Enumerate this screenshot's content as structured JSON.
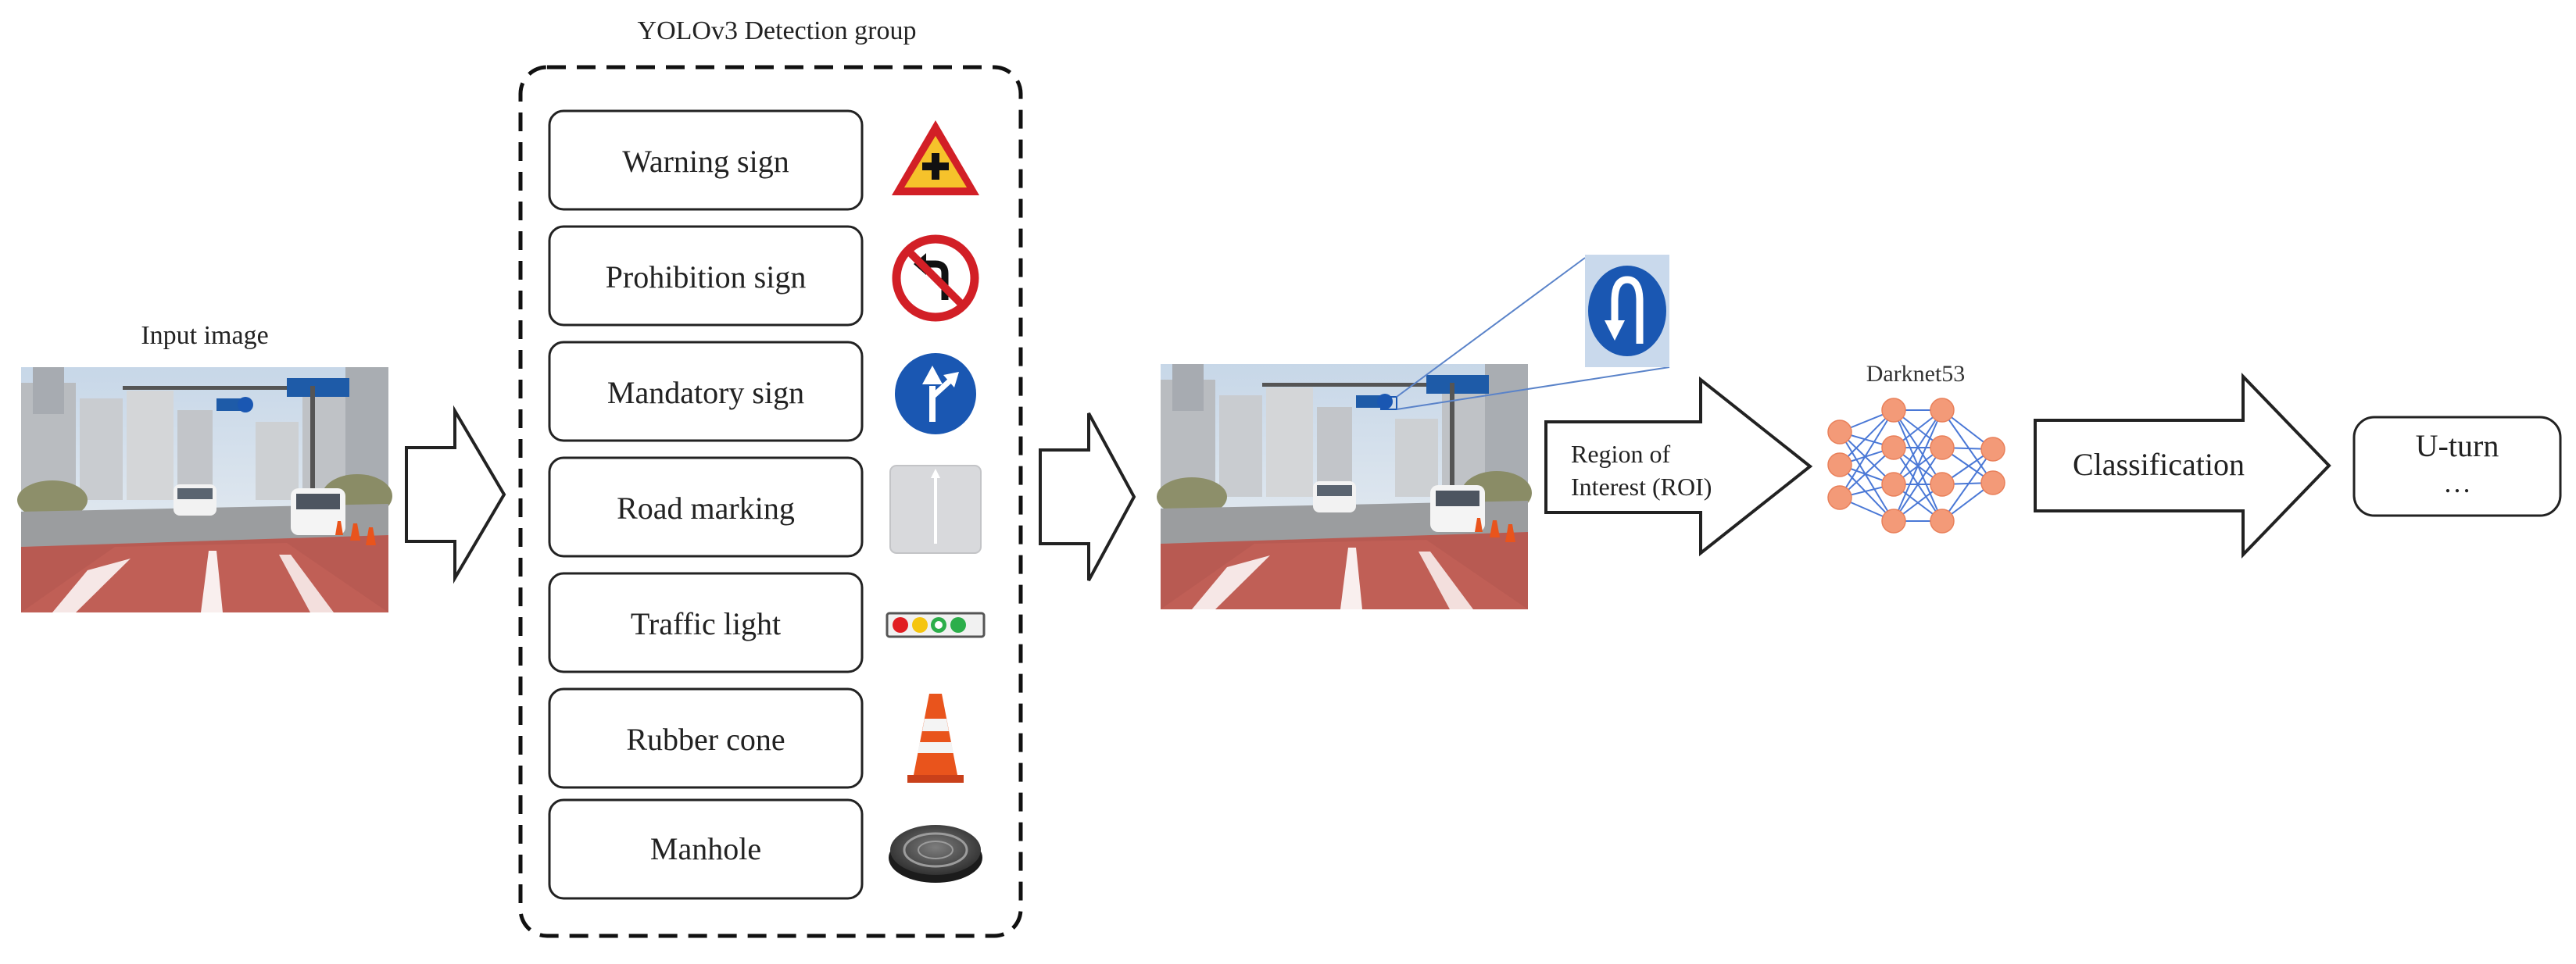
{
  "group_title": "YOLOv3 Detection group",
  "input_label": "Input image",
  "classes": [
    {
      "label": "Warning sign",
      "icon": "warning-sign-icon"
    },
    {
      "label": "Prohibition sign",
      "icon": "prohibition-sign-icon"
    },
    {
      "label": "Mandatory  sign",
      "icon": "mandatory-sign-icon"
    },
    {
      "label": "Road marking",
      "icon": "road-marking-icon"
    },
    {
      "label": "Traffic light",
      "icon": "traffic-light-icon"
    },
    {
      "label": "Rubber cone",
      "icon": "rubber-cone-icon"
    },
    {
      "label": "Manhole",
      "icon": "manhole-icon"
    }
  ],
  "roi_label_line1": "Region of",
  "roi_label_line2": "Interest (ROI)",
  "network_label": "Darknet53",
  "classification_label": "Classification",
  "output_label_line1": "U-turn",
  "output_label_line2": "…",
  "colors": {
    "road": "#b85a52",
    "sky": "#d9e4ee",
    "sign_blue": "#1a57b2",
    "sign_red": "#d21f26",
    "warning_yellow": "#f6c22b",
    "cone_orange": "#e9541c",
    "neuron": "#f39a78",
    "neuron_edge": "#4a78d6"
  }
}
